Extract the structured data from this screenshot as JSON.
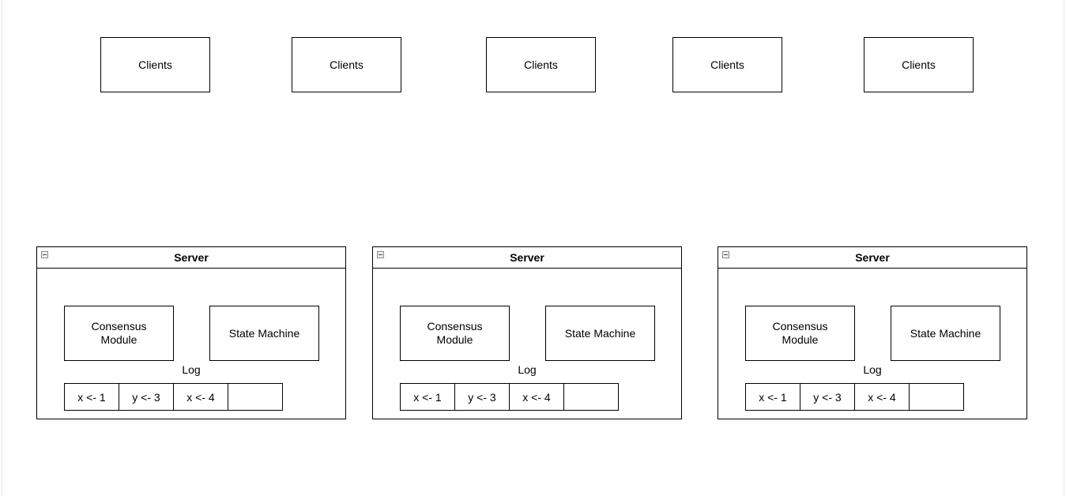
{
  "clients": [
    {
      "label": "Clients"
    },
    {
      "label": "Clients"
    },
    {
      "label": "Clients"
    },
    {
      "label": "Clients"
    },
    {
      "label": "Clients"
    }
  ],
  "servers": [
    {
      "title": "Server",
      "consensus": "Consensus\nModule",
      "state_machine": "State Machine",
      "log_label": "Log",
      "log": [
        "x <- 1",
        "y <- 3",
        "x <- 4",
        ""
      ]
    },
    {
      "title": "Server",
      "consensus": "Consensus\nModule",
      "state_machine": "State Machine",
      "log_label": "Log",
      "log": [
        "x <- 1",
        "y <- 3",
        "x <- 4",
        ""
      ]
    },
    {
      "title": "Server",
      "consensus": "Consensus\nModule",
      "state_machine": "State Machine",
      "log_label": "Log",
      "log": [
        "x <- 1",
        "y <- 3",
        "x <- 4",
        ""
      ]
    }
  ],
  "icons": {
    "collapse": "collapse-icon"
  }
}
